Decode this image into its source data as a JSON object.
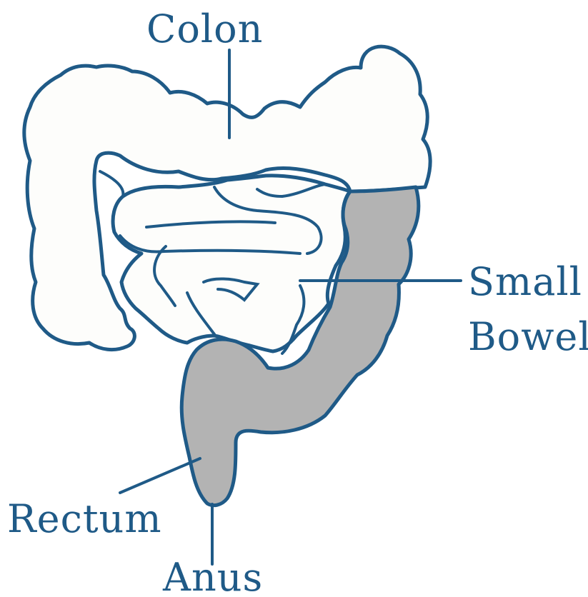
{
  "labels": {
    "colon": "Colon",
    "small_bowel_line1": "Small",
    "small_bowel_line2": "Bowel",
    "rectum": "Rectum",
    "anus": "Anus"
  },
  "colors": {
    "outline": "#1f5a87",
    "organ_fill": "#fdfdfb",
    "highlight_fill": "#b3b3b3",
    "background": "#ffffff"
  }
}
